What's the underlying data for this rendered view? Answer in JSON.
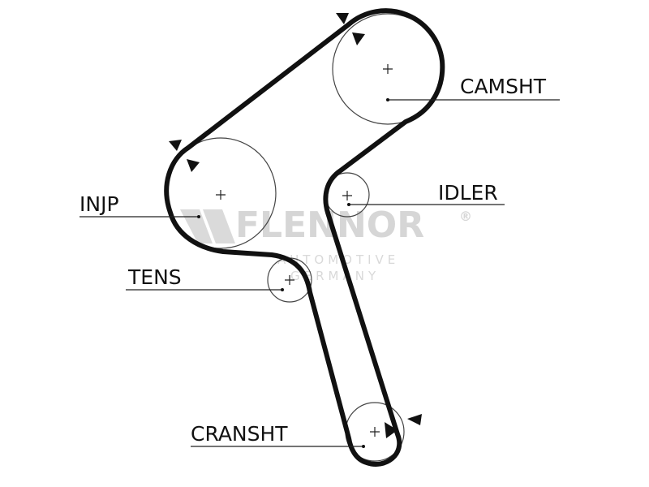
{
  "diagram": {
    "pulleys": [
      {
        "id": "camsht",
        "label": "CAMSHT"
      },
      {
        "id": "injp",
        "label": "INJP"
      },
      {
        "id": "idler",
        "label": "IDLER"
      },
      {
        "id": "tens",
        "label": "TENS"
      },
      {
        "id": "cransht",
        "label": "CRANSHT"
      }
    ],
    "colors": {
      "belt": "#111111",
      "pulley": "#444444",
      "watermark": "#d6d6d6"
    }
  },
  "watermark": {
    "brand": "FLENNOR",
    "registered": "®",
    "line1": "AUTOMOTIVE",
    "line2": "GERMANY"
  }
}
